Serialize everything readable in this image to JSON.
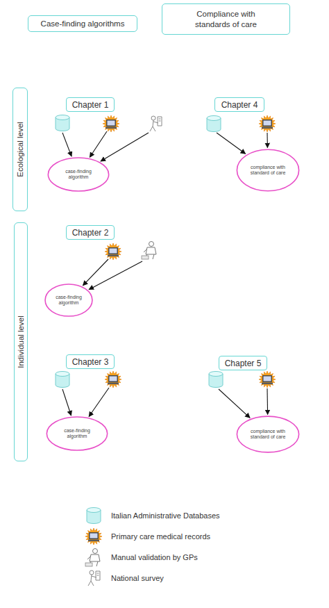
{
  "diagram": {
    "nodes": [
      {
        "text": [
          "Case-finding algorithms"
        ]
      },
      {
        "text": [
          "Compliance with standards of care"
        ]
      },
      {
        "text": [
          "Ecological level"
        ]
      },
      {
        "text": [
          "Chapter 1"
        ]
      },
      {
        "text": [
          "Chapter 4"
        ]
      },
      {
        "text": [
          "case-finding algorithm"
        ]
      },
      {
        "text": [
          "compliance with standard of care"
        ]
      },
      {
        "text": [
          "Individual level"
        ]
      },
      {
        "text": [
          "Chapter 2"
        ]
      },
      {
        "text": [
          "case-finding algorithm"
        ]
      },
      {
        "text": [
          "Chapter 3"
        ]
      },
      {
        "text": [
          "Chapter 5"
        ]
      },
      {
        "text": [
          "case-finding algorithm"
        ]
      },
      {
        "text": [
          "compliance with standard of care"
        ]
      }
    ],
    "legend": [
      {
        "text": "Italian Administrative Databases"
      },
      {
        "text": "Primary care medical records"
      },
      {
        "text": "Manual validation by GPs"
      },
      {
        "text": "National survey"
      }
    ]
  }
}
